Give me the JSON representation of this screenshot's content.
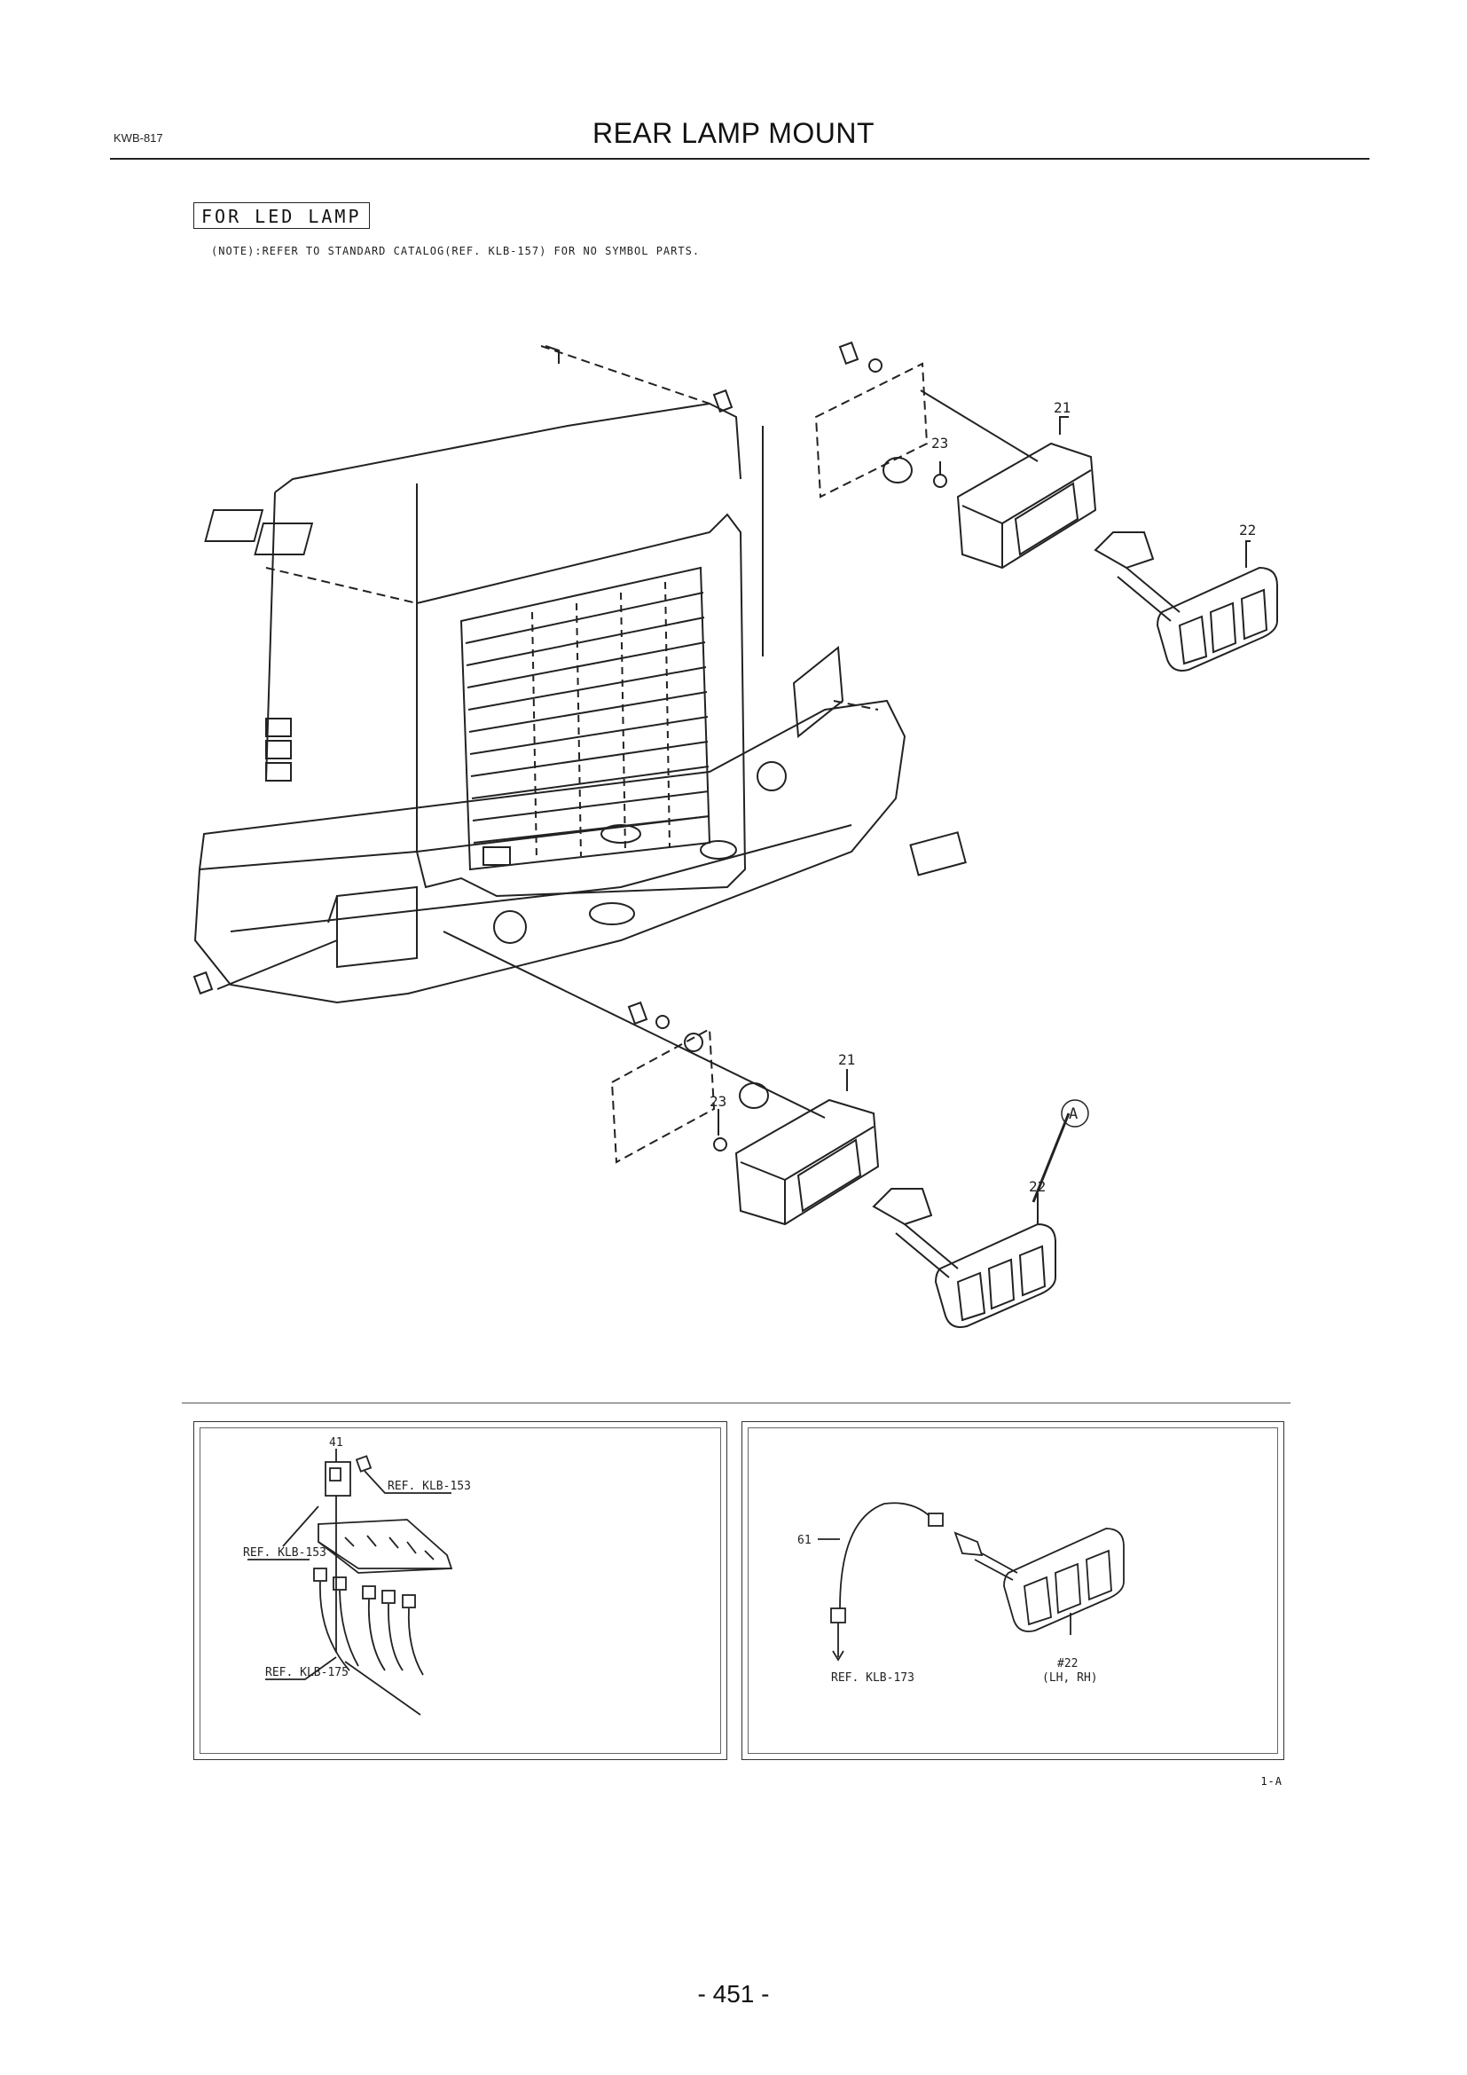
{
  "header": {
    "page_code": "KWB-817",
    "title": "REAR LAMP MOUNT"
  },
  "section": {
    "label": "FOR LED LAMP",
    "note": "(NOTE):REFER TO STANDARD CATALOG(REF. KLB-157) FOR NO SYMBOL PARTS."
  },
  "main_drawing": {
    "callouts": {
      "upper_lamp_housing": "21",
      "upper_grommet": "23",
      "upper_lamp": "22",
      "lower_lamp_housing": "21",
      "lower_grommet": "23",
      "lower_lamp": "22",
      "detail_marker": "A"
    }
  },
  "detail_left": {
    "callout_relay": "41",
    "ref_bolt": "REF. KLB-153",
    "ref_bracket": "REF. KLB-153",
    "ref_harness": "REF. KLB-175"
  },
  "detail_right": {
    "callout_harness": "61",
    "ref_connector": "REF. KLB-173",
    "callout_lamp": "#22",
    "lamp_side": "(LH, RH)"
  },
  "footer": {
    "drawing_code": "1-A",
    "page_number": "- 451 -"
  }
}
